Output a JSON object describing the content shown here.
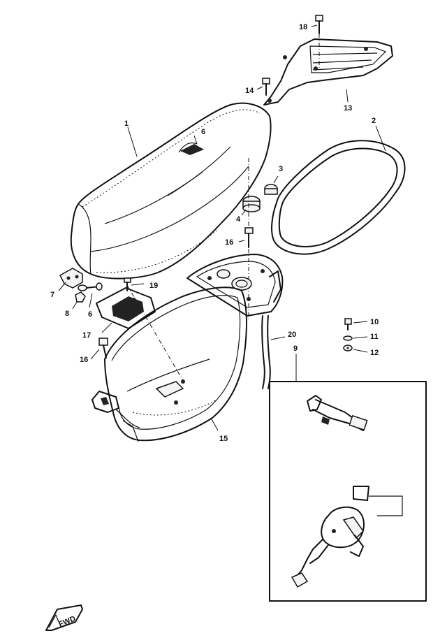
{
  "callouts": {
    "c1": "1",
    "c2": "2",
    "c3": "3",
    "c4": "4",
    "c6a": "6",
    "c6b": "6",
    "c7": "7",
    "c8": "8",
    "c9": "9",
    "c10": "10",
    "c11": "11",
    "c12": "12",
    "c13": "13",
    "c14": "14",
    "c15": "15",
    "c16a": "16",
    "c16b": "16",
    "c17": "17",
    "c18": "18",
    "c19": "19",
    "c20": "20"
  },
  "fwd_label": "FWD"
}
